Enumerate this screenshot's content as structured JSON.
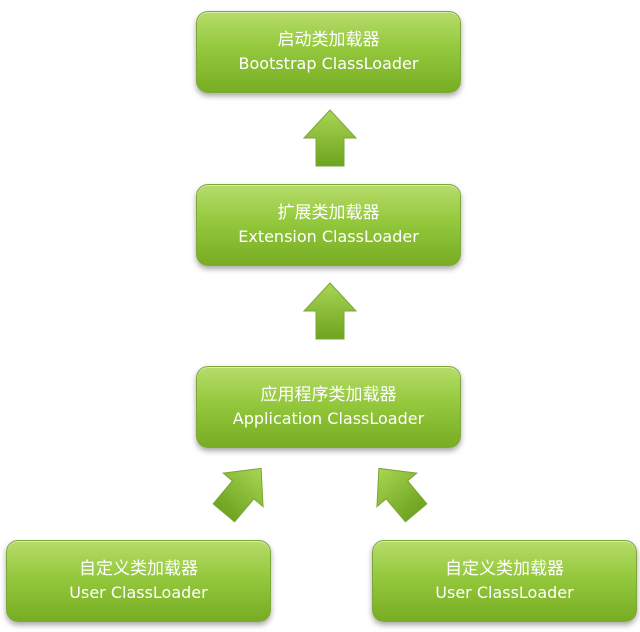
{
  "nodes": {
    "bootstrap": {
      "cn": "启动类加载器",
      "en": "Bootstrap ClassLoader"
    },
    "extension": {
      "cn": "扩展类加载器",
      "en": "Extension ClassLoader"
    },
    "application": {
      "cn": "应用程序类加载器",
      "en": "Application ClassLoader"
    },
    "user_left": {
      "cn": "自定义类加载器",
      "en": "User ClassLoader"
    },
    "user_right": {
      "cn": "自定义类加载器",
      "en": "User ClassLoader"
    }
  },
  "edges": [
    {
      "from": "extension",
      "to": "bootstrap"
    },
    {
      "from": "application",
      "to": "extension"
    },
    {
      "from": "user_left",
      "to": "application"
    },
    {
      "from": "user_right",
      "to": "application"
    }
  ],
  "colors": {
    "node_fill": "#94c83d",
    "node_text": "#ffffff",
    "arrow_fill": "#8cc63f"
  }
}
